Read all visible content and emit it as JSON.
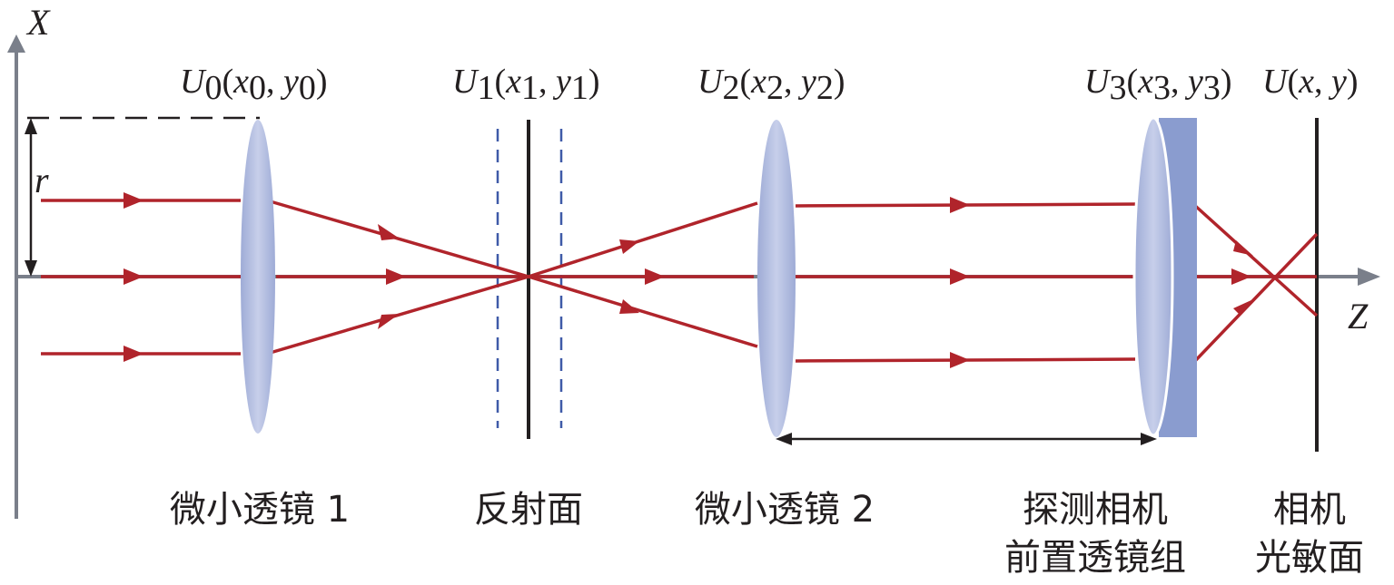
{
  "axes": {
    "x_label": "X",
    "z_label": "Z",
    "r_label": "r"
  },
  "planes": {
    "u0": {
      "symbol": "U",
      "index": "0",
      "x": "x",
      "y": "y"
    },
    "u1": {
      "symbol": "U",
      "index": "1",
      "x": "x",
      "y": "y"
    },
    "u2": {
      "symbol": "U",
      "index": "2",
      "x": "x",
      "y": "y"
    },
    "u3": {
      "symbol": "U",
      "index": "3",
      "x": "x",
      "y": "y"
    },
    "u": {
      "symbol": "U",
      "x": "x",
      "y": "y"
    }
  },
  "captions": {
    "lens1": "微小透镜 1",
    "mirror": "反射面",
    "lens2": "微小透镜 2",
    "front_lens_line1": "探测相机",
    "front_lens_line2": "前置透镜组",
    "sensor_line1": "相机",
    "sensor_line2": "光敏面"
  },
  "colors": {
    "ray": "#b0242b",
    "axis": "#7a7f8a",
    "lens_fill": "#b7c1e0",
    "lens_edge": "#93a1cf",
    "block_fill": "#8a9ccf",
    "dashed_plane": "#3f5aa8",
    "ink": "#231f20"
  }
}
